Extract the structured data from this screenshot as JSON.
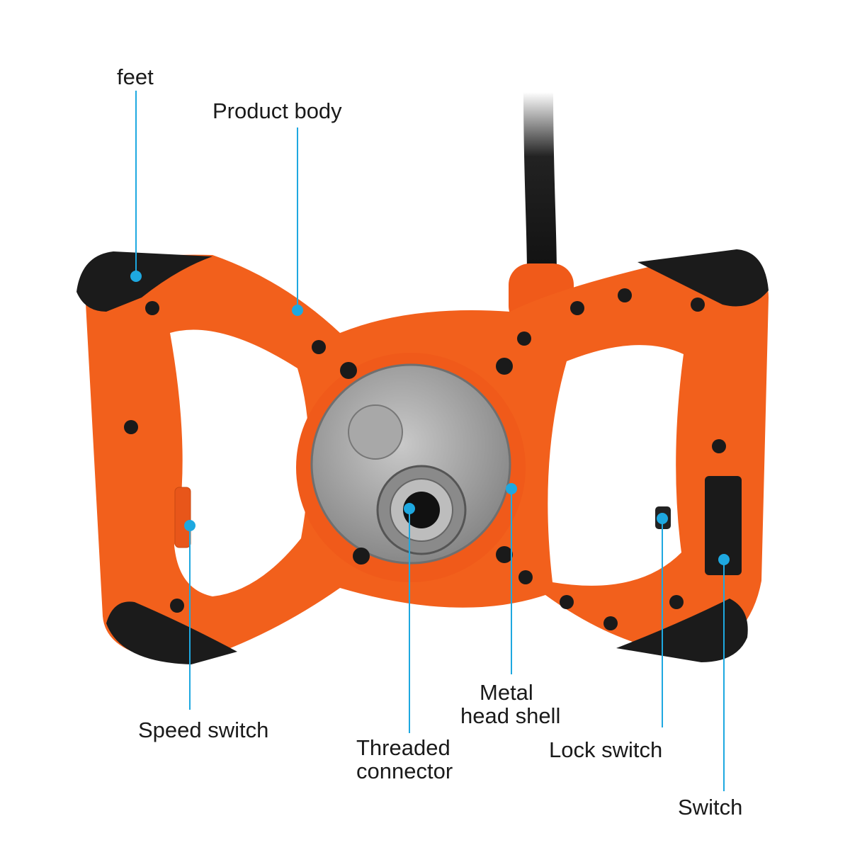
{
  "callout_color": "#1ea8e0",
  "labels": {
    "feet": "feet",
    "product_body": "Product body",
    "speed_switch": "Speed switch",
    "threaded_connector_line1": "Threaded",
    "threaded_connector_line2": "connector",
    "metal_head_shell_line1": "Metal",
    "metal_head_shell_line2": "head shell",
    "lock_switch": "Lock switch",
    "switch": "Switch"
  }
}
